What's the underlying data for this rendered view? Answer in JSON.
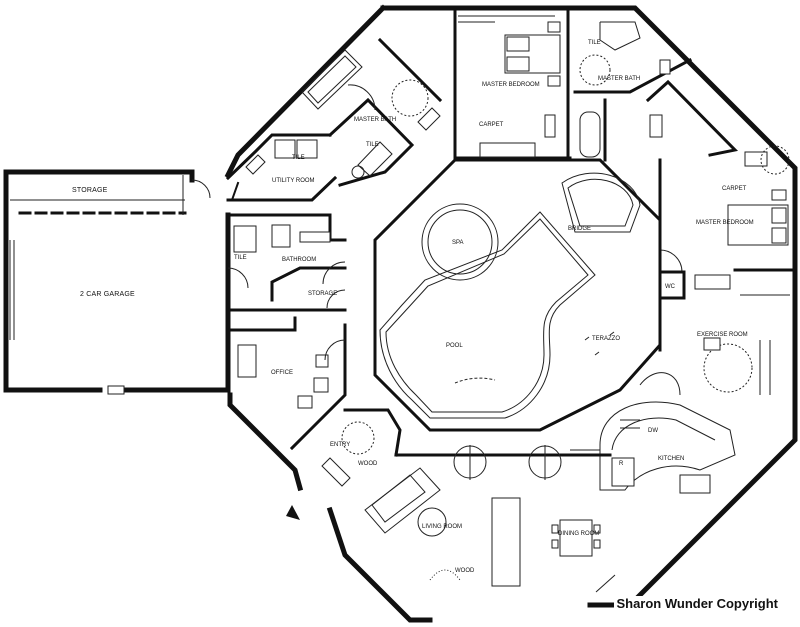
{
  "rooms": {
    "storage_garage": "STORAGE",
    "garage": "2 CAR GARAGE",
    "utility": "UTILITY ROOM",
    "tile_utility": "TILE",
    "master_bath_left": "MASTER BATH",
    "tile_bath_left": "TILE",
    "master_bedroom_top": "MASTER BEDROOM",
    "carpet_top": "CARPET",
    "tile_bath_right": "TILE",
    "master_bath_right": "MASTER BATH",
    "carpet_right": "CARPET",
    "master_bedroom_right": "MASTER BEDROOM",
    "spa": "SPA",
    "bridge": "BRIDGE",
    "wc": "WC",
    "bathroom": "BATHROOM",
    "storage_small": "STORAGE",
    "tile_bathroom": "TILE",
    "pool": "POOL",
    "terazzo": "TERAZZO",
    "exercise": "EXERCISE ROOM",
    "office": "OFFICE",
    "entry": "ENTRY",
    "wood_entry": "WOOD",
    "dw": "DW",
    "kitchen": "KITCHEN",
    "refrigerator": "R",
    "living": "LIVING ROOM",
    "dining": "DINING ROOM",
    "wood_living": "WOOD"
  },
  "copyright": "Sharon Wunder Copyright"
}
